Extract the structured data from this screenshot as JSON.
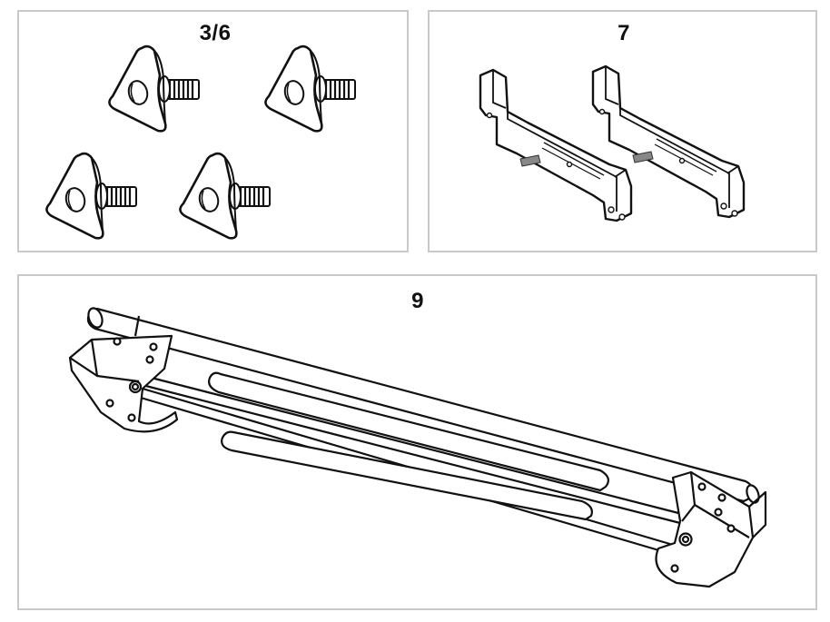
{
  "panels": [
    {
      "id": "knobs",
      "label": "3/6"
    },
    {
      "id": "brackets",
      "label": "7"
    },
    {
      "id": "frame",
      "label": "9"
    }
  ],
  "colors": {
    "line": "#111111",
    "border": "#c9c9c9",
    "background": "#ffffff",
    "shade": "#888888"
  }
}
